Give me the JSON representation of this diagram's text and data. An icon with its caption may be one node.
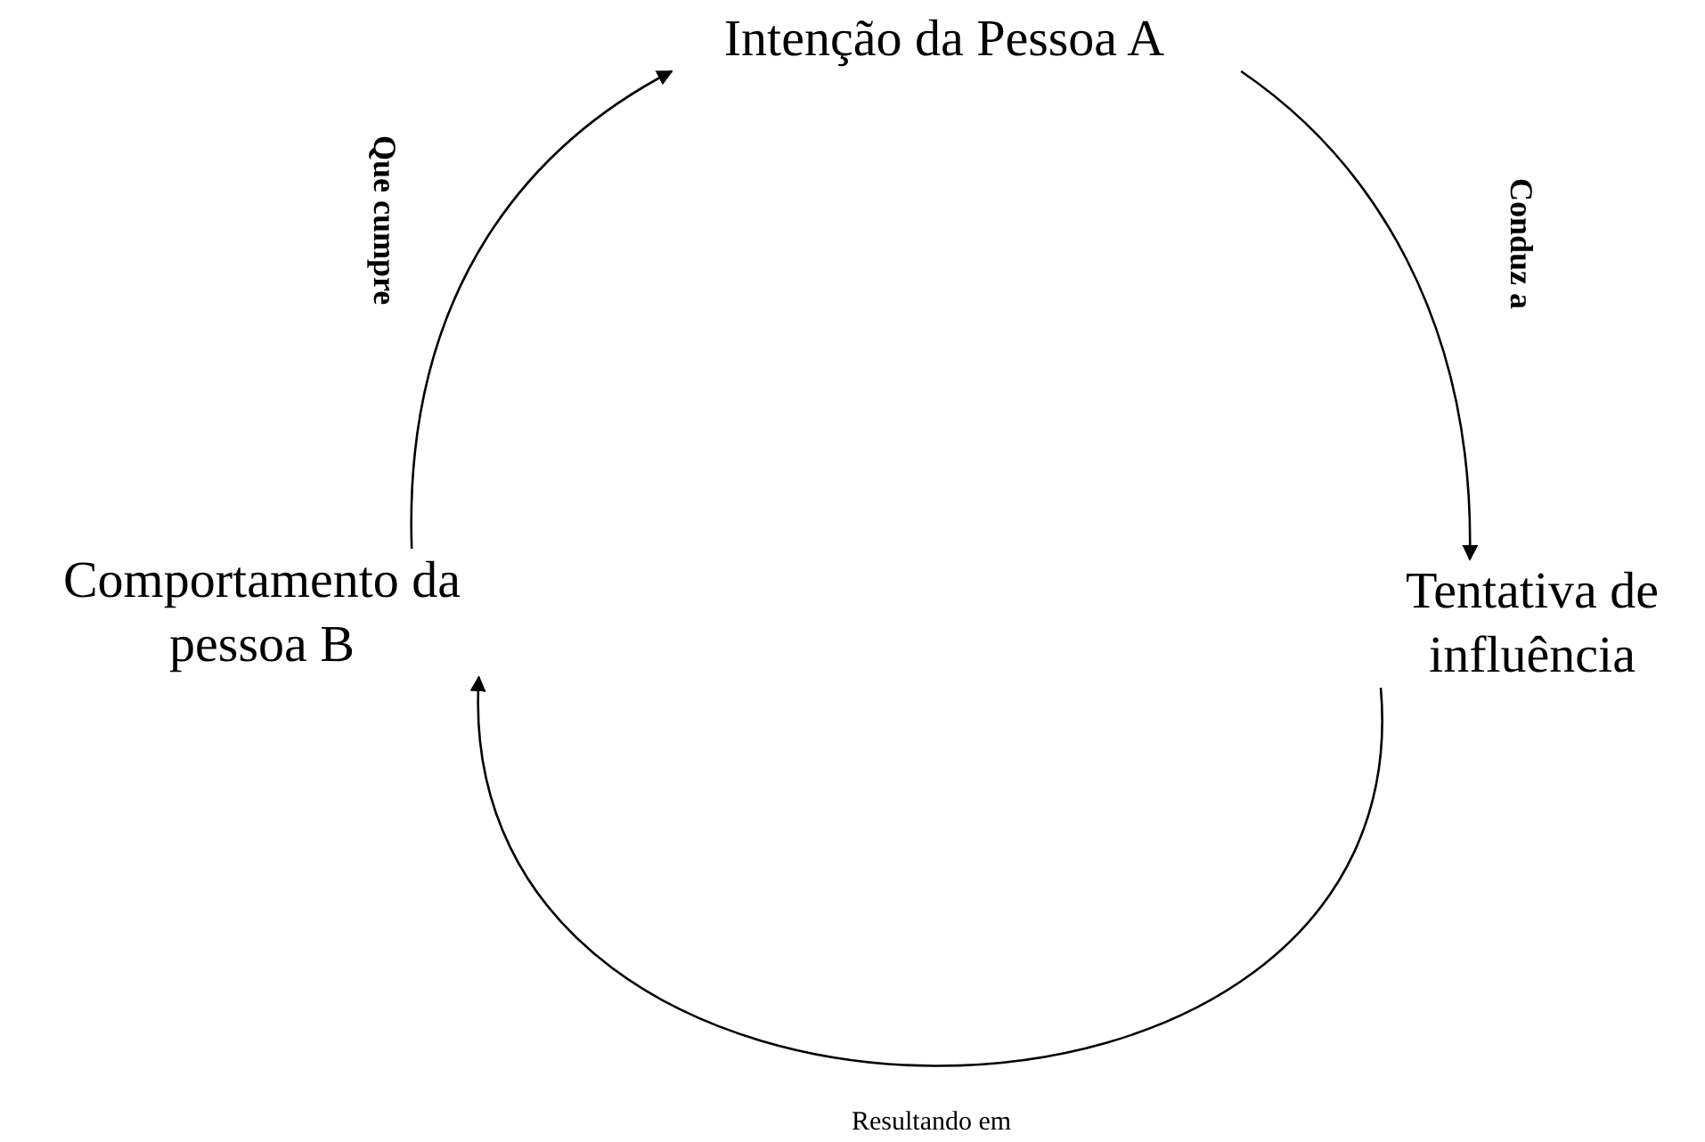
{
  "diagram": {
    "nodes": [
      {
        "text": [
          "Intenção da Pessoa A"
        ]
      },
      {
        "text": [
          "Tentativa de influência"
        ]
      },
      {
        "text": [
          "Comportamento da pessoa B"
        ]
      }
    ],
    "edges": [
      {
        "from": 0,
        "to": 1,
        "arrow": "to",
        "label": "Conduz a"
      },
      {
        "from": 1,
        "to": 2,
        "arrow": "to",
        "label": "Resultando em"
      },
      {
        "from": 2,
        "to": 0,
        "arrow": "to",
        "label": "Que cumpre"
      }
    ]
  }
}
